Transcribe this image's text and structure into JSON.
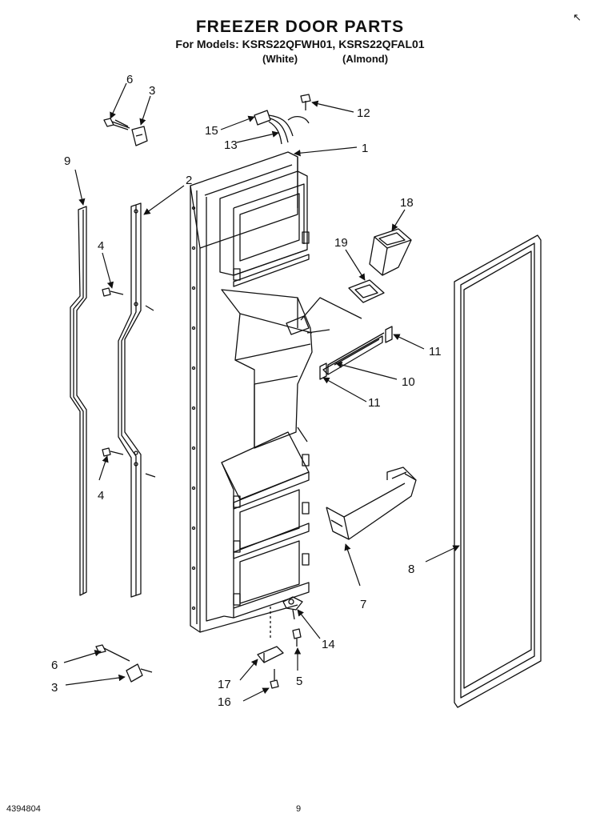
{
  "header": {
    "title": "FREEZER DOOR PARTS",
    "models": "For Models: KSRS22QFWH01, KSRS22QFAL01",
    "color_white": "(White)",
    "color_almond": "(Almond)"
  },
  "callouts": [
    "1",
    "2",
    "3",
    "3",
    "4",
    "4",
    "5",
    "6",
    "6",
    "7",
    "8",
    "9",
    "10",
    "11",
    "11",
    "12",
    "13",
    "14",
    "15",
    "16",
    "17",
    "18",
    "19"
  ],
  "footer": {
    "doc_id": "4394804",
    "page": "9"
  },
  "corner_mark": "↖"
}
